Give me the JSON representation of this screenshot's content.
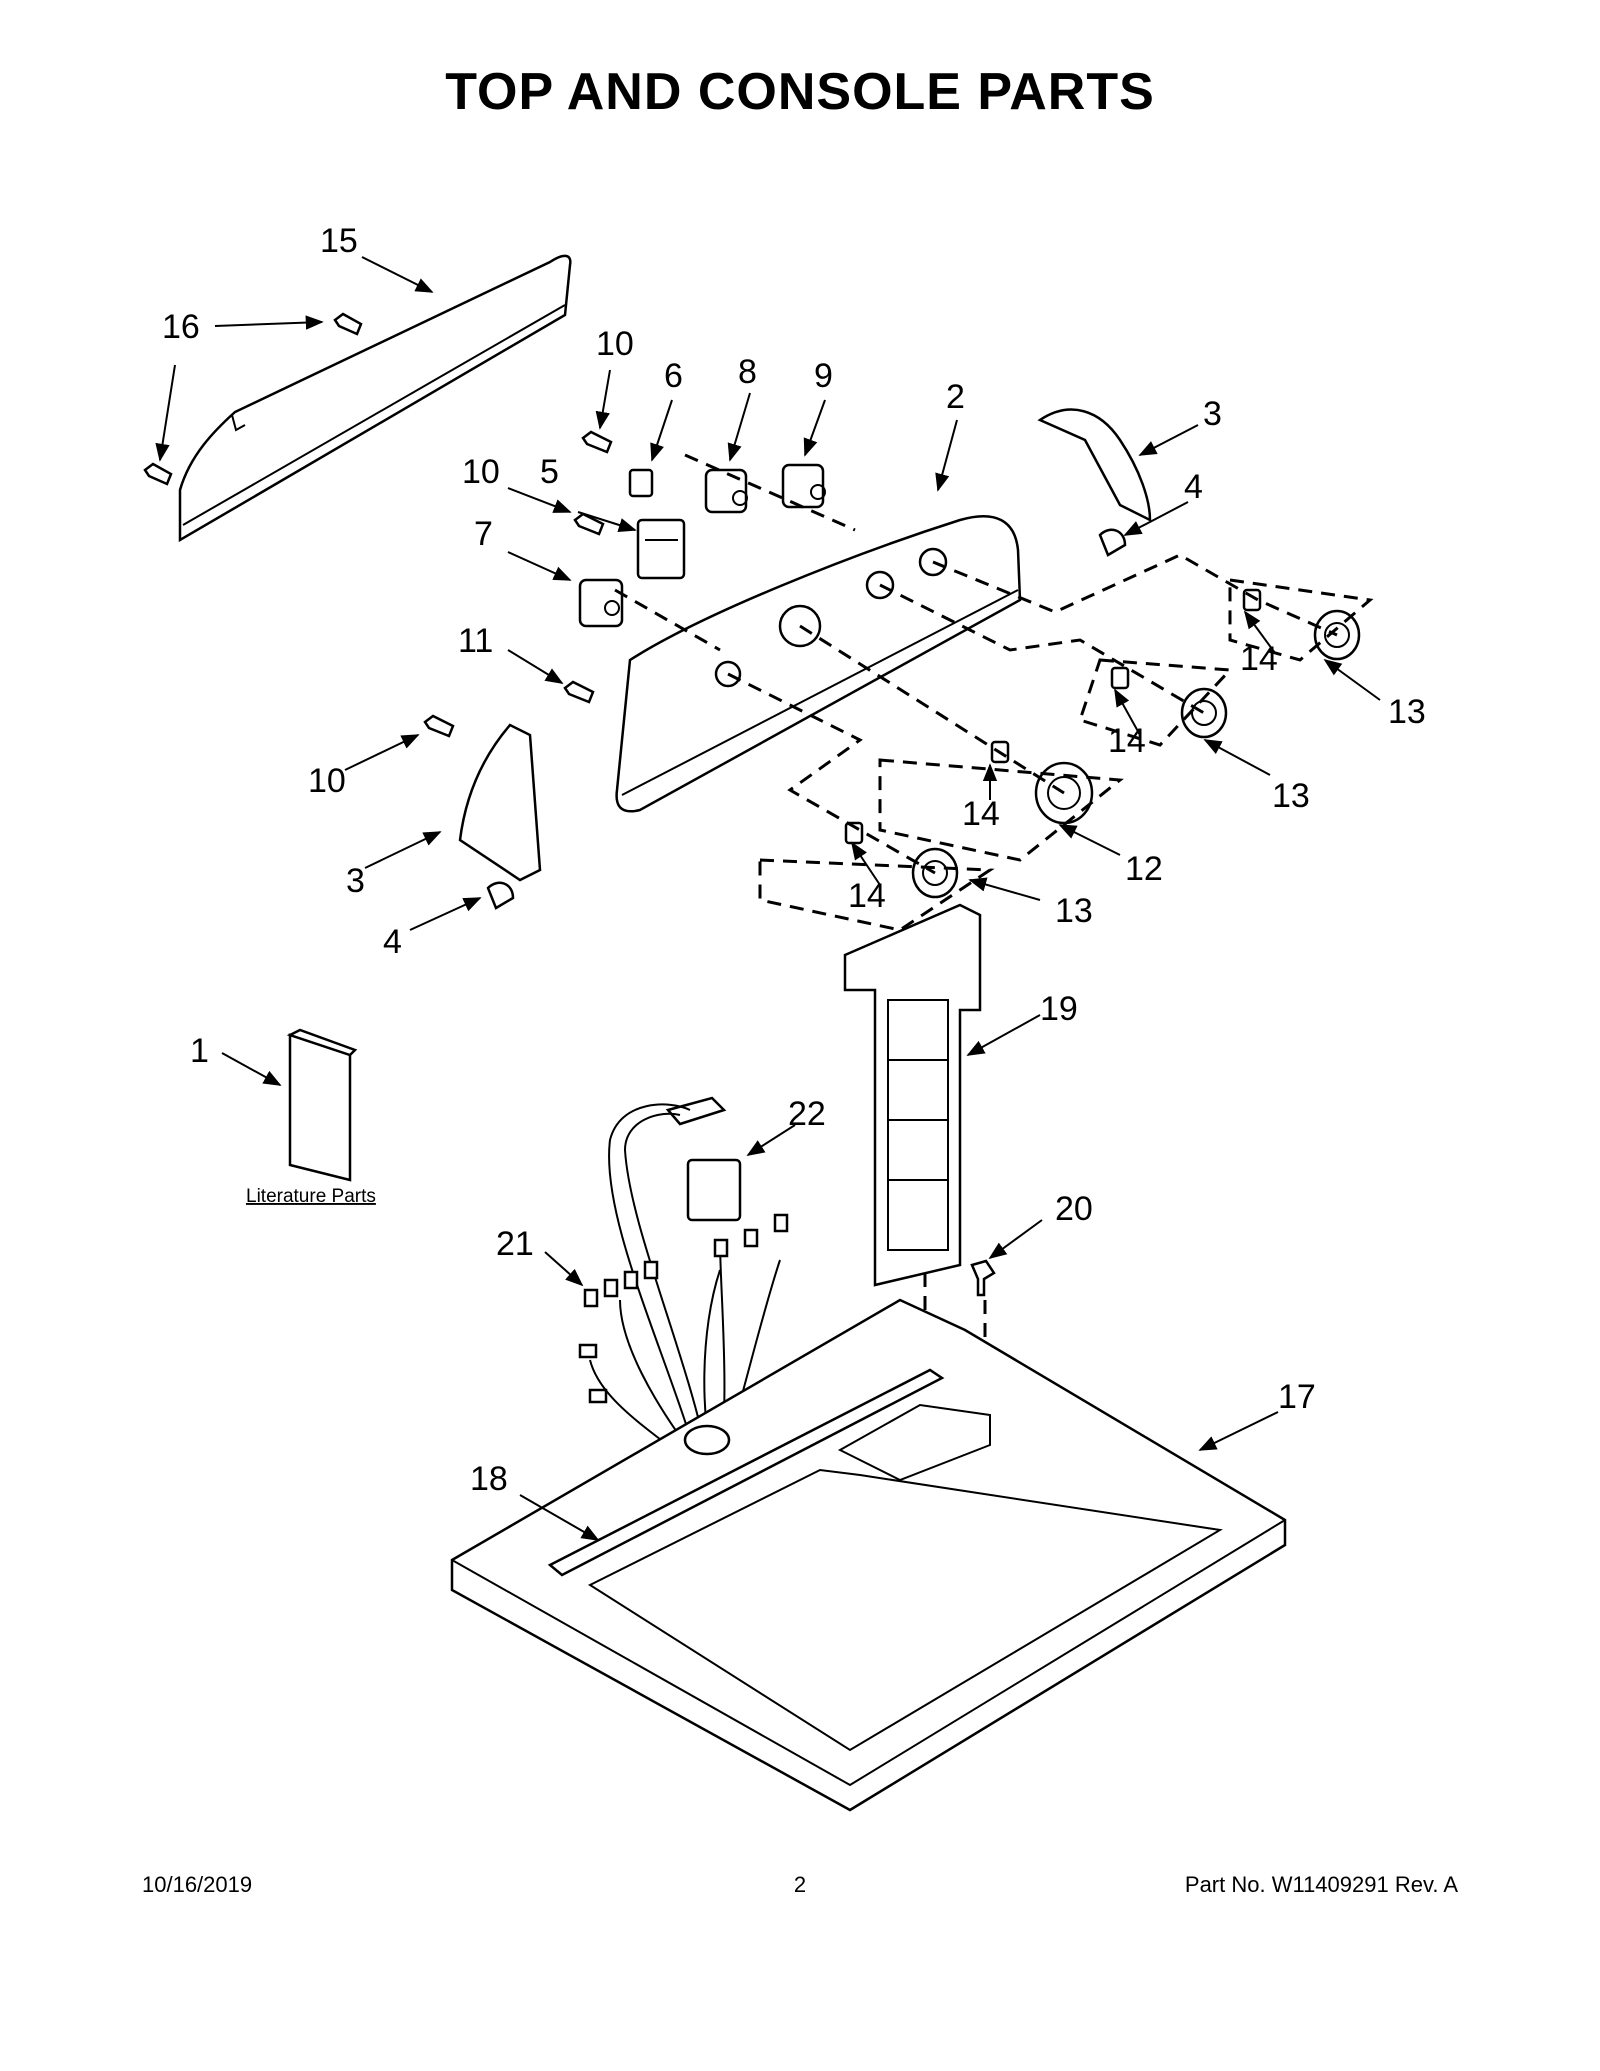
{
  "title": "TOP AND CONSOLE PARTS",
  "literature_label": "Literature Parts",
  "callouts": {
    "c1": "1",
    "c2": "2",
    "c3a": "3",
    "c3b": "3",
    "c4a": "4",
    "c4b": "4",
    "c5": "5",
    "c6": "6",
    "c7": "7",
    "c8": "8",
    "c9": "9",
    "c10a": "10",
    "c10b": "10",
    "c10c": "10",
    "c11": "11",
    "c12": "12",
    "c13a": "13",
    "c13b": "13",
    "c13c": "13",
    "c14a": "14",
    "c14b": "14",
    "c14c": "14",
    "c14d": "14",
    "c15": "15",
    "c16": "16",
    "c17": "17",
    "c18": "18",
    "c19": "19",
    "c20": "20",
    "c21": "21",
    "c22": "22"
  },
  "footer": {
    "date": "10/16/2019",
    "page": "2",
    "part_no": "Part No.  W11409291  Rev.  A"
  }
}
